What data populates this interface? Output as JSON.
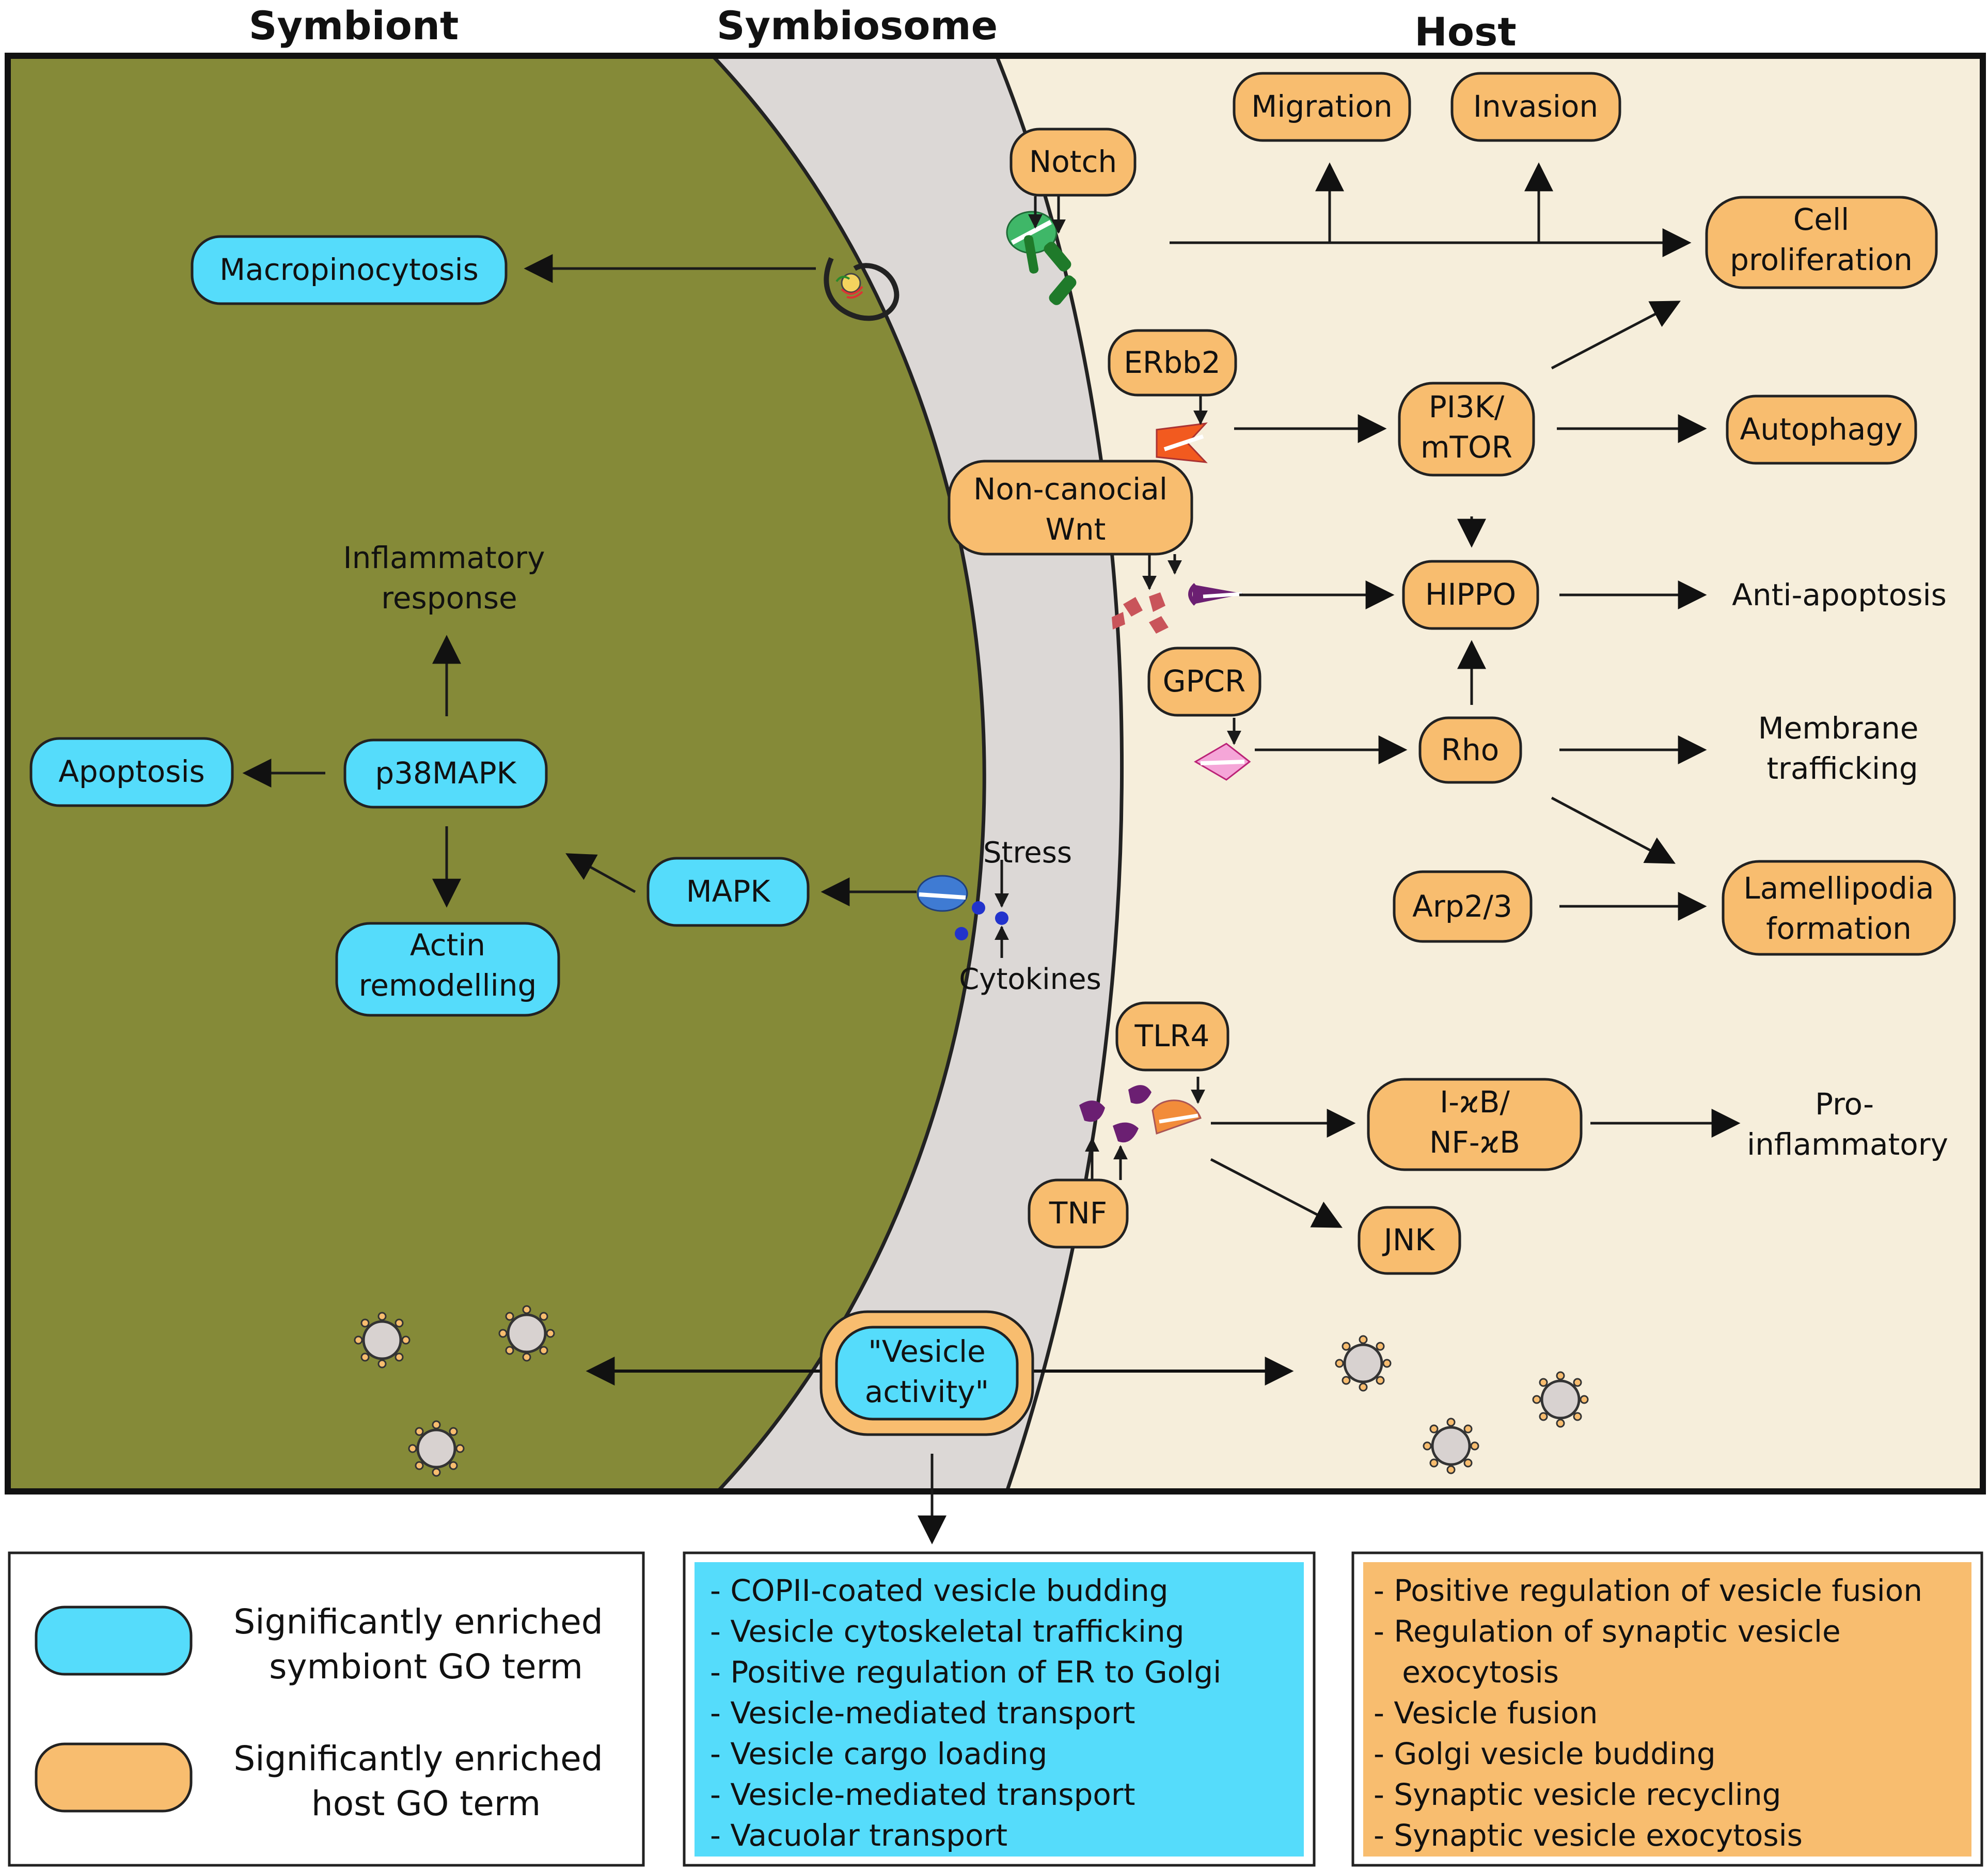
{
  "headers": {
    "symbiont": "Symbiont",
    "symbiosome": "Symbiosome",
    "host": "Host"
  },
  "colors": {
    "symbiont_fill": "#858a38",
    "symbiosome_fill": "#dcd8d6",
    "host_fill": "#f6eedb",
    "symbiont_term": "#55dcfb",
    "host_term": "#f8bd6f",
    "outline": "#222222"
  },
  "symbiont_terms": {
    "macropinocytosis": "Macropinocytosis",
    "apoptosis": "Apoptosis",
    "p38mapk": "p38MAPK",
    "mapk": "MAPK",
    "actin_line1": "Actin",
    "actin_line2": "remodelling"
  },
  "symbiont_labels": {
    "inflammatory_line1": "Inflammatory",
    "inflammatory_line2": "response"
  },
  "symbiosome_labels": {
    "stress": "Stress",
    "cytokines": "Cytokines"
  },
  "host_terms": {
    "notch": "Notch",
    "migration": "Migration",
    "invasion": "Invasion",
    "cell_prolif_line1": "Cell",
    "cell_prolif_line2": "proliferation",
    "erbb2": "ERbb2",
    "pi3k_line1": "PI3K/",
    "pi3k_line2": "mTOR",
    "autophagy": "Autophagy",
    "wnt_line1": "Non-canocial",
    "wnt_line2": "Wnt",
    "hippo": "HIPPO",
    "gpcr": "GPCR",
    "rho": "Rho",
    "arp": "Arp2/3",
    "lamelli_line1": "Lamellipodia",
    "lamelli_line2": "formation",
    "tlr4": "TLR4",
    "tnf": "TNF",
    "ikb_line1": "I-ϰB/",
    "ikb_line2": "NF-ϰB",
    "jnk": "JNK"
  },
  "host_labels": {
    "anti_apoptosis": "Anti-apoptosis",
    "membrane_line1": "Membrane",
    "membrane_line2": "trafficking",
    "pro_line1": "Pro-",
    "pro_line2": "inflammatory"
  },
  "vesicle": {
    "line1": "\"Vesicle",
    "line2": "activity\""
  },
  "legend": {
    "symbiont_line1": "Significantly enriched",
    "symbiont_line2": "symbiont GO term",
    "host_line1": "Significantly enriched",
    "host_line2": "host GO term"
  },
  "symbiont_vesicle_terms": [
    "- COPII-coated vesicle budding",
    "- Vesicle cytoskeletal trafficking",
    "- Positive regulation of ER to Golgi",
    "- Vesicle-mediated transport",
    "- Vesicle cargo loading",
    "- Vesicle-mediated transport",
    "- Vacuolar transport"
  ],
  "host_vesicle_terms": [
    "- Positive regulation of vesicle fusion",
    "- Regulation of synaptic vesicle",
    "  exocytosis",
    "- Vesicle fusion",
    "- Golgi vesicle budding",
    "- Synaptic vesicle recycling",
    "- Synaptic vesicle exocytosis"
  ]
}
